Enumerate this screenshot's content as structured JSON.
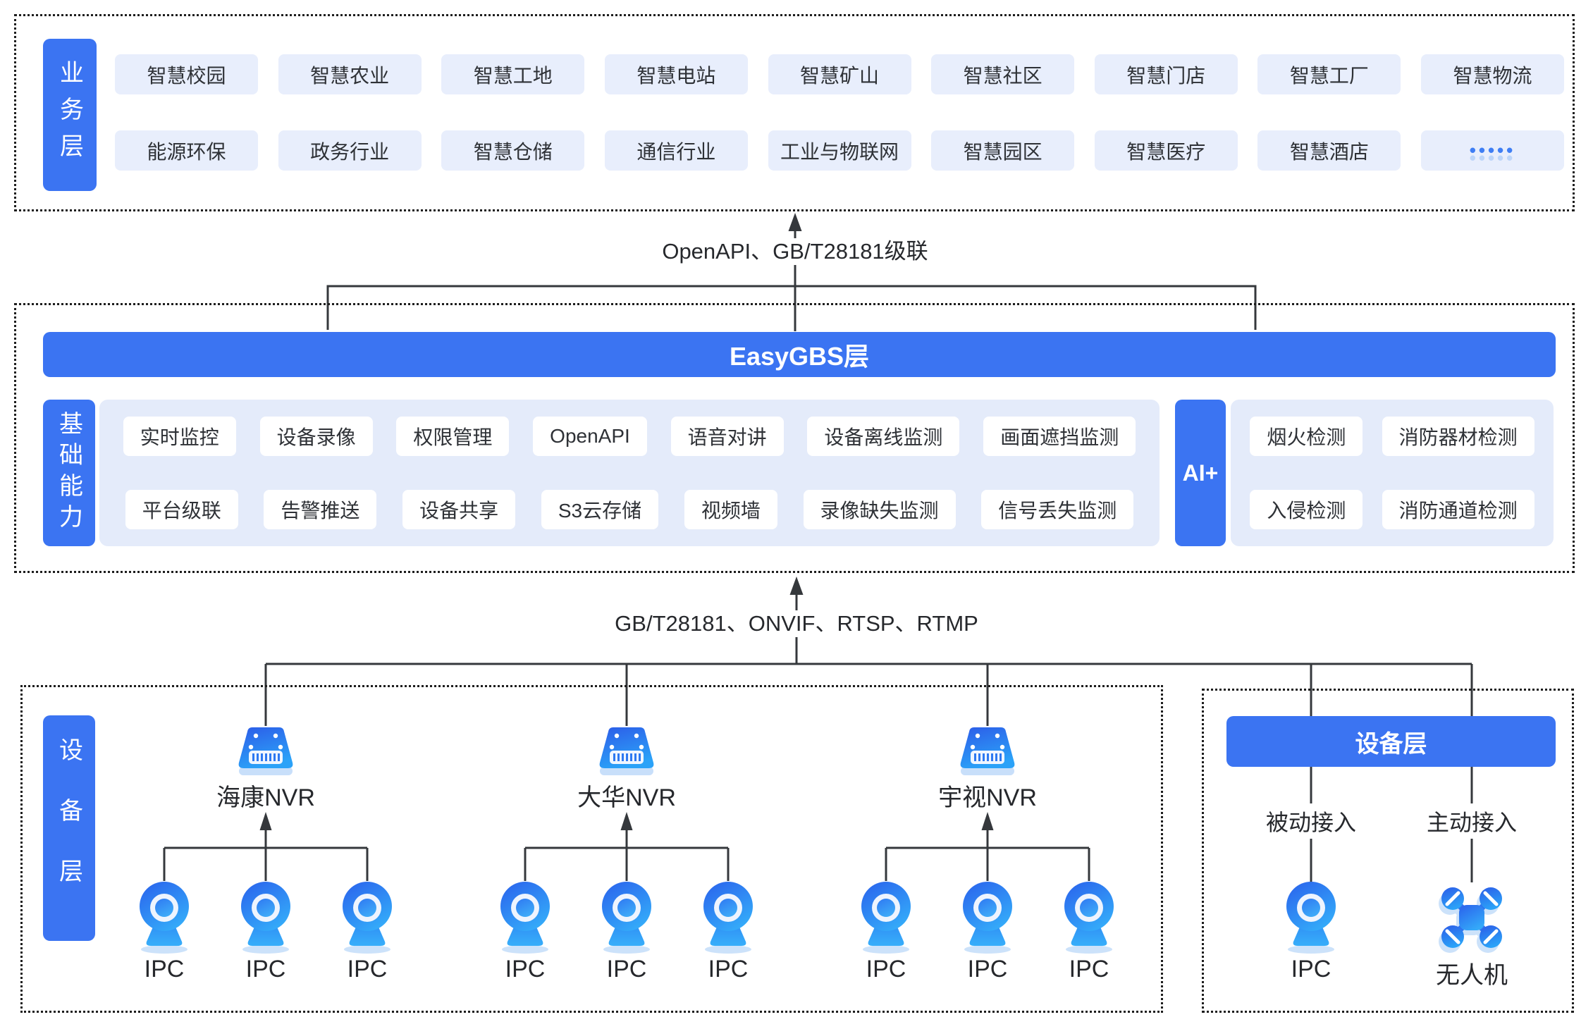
{
  "layers": {
    "business": {
      "label": "业务层",
      "row1": [
        "智慧校园",
        "智慧农业",
        "智慧工地",
        "智慧电站",
        "智慧矿山",
        "智慧社区",
        "智慧门店",
        "智慧工厂",
        "智慧物流"
      ],
      "row2": [
        "能源环保",
        "政务行业",
        "智慧仓储",
        "通信行业",
        "工业与物联网",
        "智慧园区",
        "智慧医疗",
        "智慧酒店",
        "•••••"
      ]
    },
    "connector_top": {
      "label": "OpenAPI、GB/T28181级联"
    },
    "easygbs": {
      "banner": "EasyGBS层",
      "base_label": "基础能力",
      "base_row1": [
        "实时监控",
        "设备录像",
        "权限管理",
        "OpenAPI",
        "语音对讲",
        "设备离线监测",
        "画面遮挡监测"
      ],
      "base_row2": [
        "平台级联",
        "告警推送",
        "设备共享",
        "S3云存储",
        "视频墙",
        "录像缺失监测",
        "信号丢失监测"
      ],
      "ai_label": "AI+",
      "ai_row1": [
        "烟火检测",
        "消防器材检测"
      ],
      "ai_row2": [
        "入侵检测",
        "消防通道检测"
      ]
    },
    "connector_bottom": {
      "label": "GB/T28181、ONVIF、RTSP、RTMP"
    },
    "device_left": {
      "label": "设备层",
      "groups": [
        {
          "nvr": "海康NVR",
          "icon": "nvr-icon",
          "ipcs": [
            "IPC",
            "IPC",
            "IPC"
          ]
        },
        {
          "nvr": "大华NVR",
          "icon": "nvr-icon",
          "ipcs": [
            "IPC",
            "IPC",
            "IPC"
          ]
        },
        {
          "nvr": "宇视NVR",
          "icon": "nvr-icon",
          "ipcs": [
            "IPC",
            "IPC",
            "IPC"
          ]
        }
      ]
    },
    "device_right": {
      "banner": "设备层",
      "columns": [
        {
          "mode": "被动接入",
          "device": "IPC",
          "icon": "ipc-icon"
        },
        {
          "mode": "主动接入",
          "device": "无人机",
          "icon": "drone-icon"
        }
      ]
    }
  },
  "colors": {
    "accent_blue": "#3b74f2",
    "chip_light_blue": "#e8eefc",
    "panel_light_blue": "#e4ebfa",
    "icon_blue_dark": "#2c5ce8",
    "icon_blue_light": "#2ba2f8",
    "icon_shadow": "#c9dffa",
    "line": "#35383c",
    "text_dark": "#2e3136"
  }
}
